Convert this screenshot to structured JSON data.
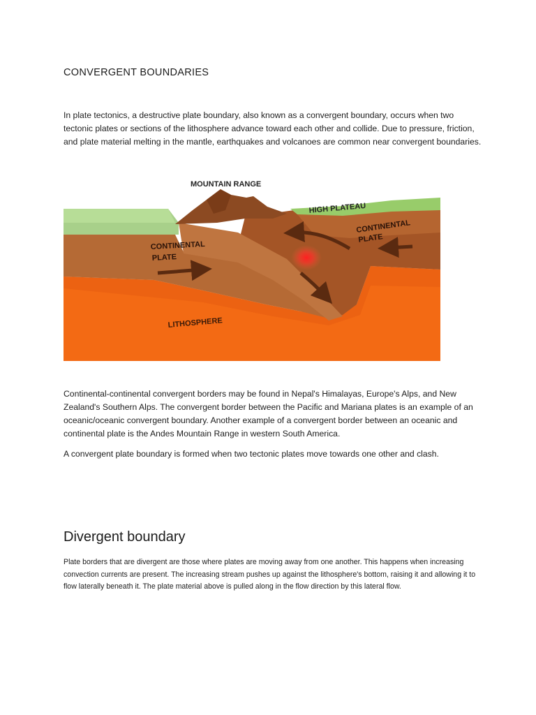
{
  "section1": {
    "title": "CONVERGENT BOUNDARIES",
    "intro": "In plate tectonics, a destructive plate boundary, also known as a convergent boundary, occurs when two tectonic plates or sections of the lithosphere advance toward each other and collide. Due to pressure, friction, and plate material melting in the mantle, earthquakes and volcanoes are common near convergent boundaries.",
    "diagram": {
      "labels": {
        "mountain_range": "MOUNTAIN RANGE",
        "high_plateau": "HIGH PLATEAU",
        "continental_plate_left_1": "CONTINENTAL",
        "continental_plate_left_2": "PLATE",
        "continental_plate_right_1": "CONTINENTAL",
        "continental_plate_right_2": "PLATE",
        "lithosphere": "LITHOSPHERE"
      }
    },
    "examples": "Continental-continental convergent borders may be found in Nepal's Himalayas, Europe's Alps, and New Zealand's Southern Alps. The convergent border between the Pacific and Mariana plates is an example of an oceanic/oceanic convergent boundary. Another example of a convergent border between an oceanic and continental plate is the Andes Mountain Range in western South America.",
    "summary": "A convergent plate boundary is formed when two tectonic plates move towards one other and clash."
  },
  "section2": {
    "title": "Divergent boundary",
    "body": "Plate borders that are divergent are those where plates are moving away from one another. This happens when increasing convection currents are present. The increasing stream pushes up against the lithosphere's bottom, raising it and allowing it to flow laterally beneath it. The plate material above is pulled along in the flow direction by this lateral flow."
  }
}
